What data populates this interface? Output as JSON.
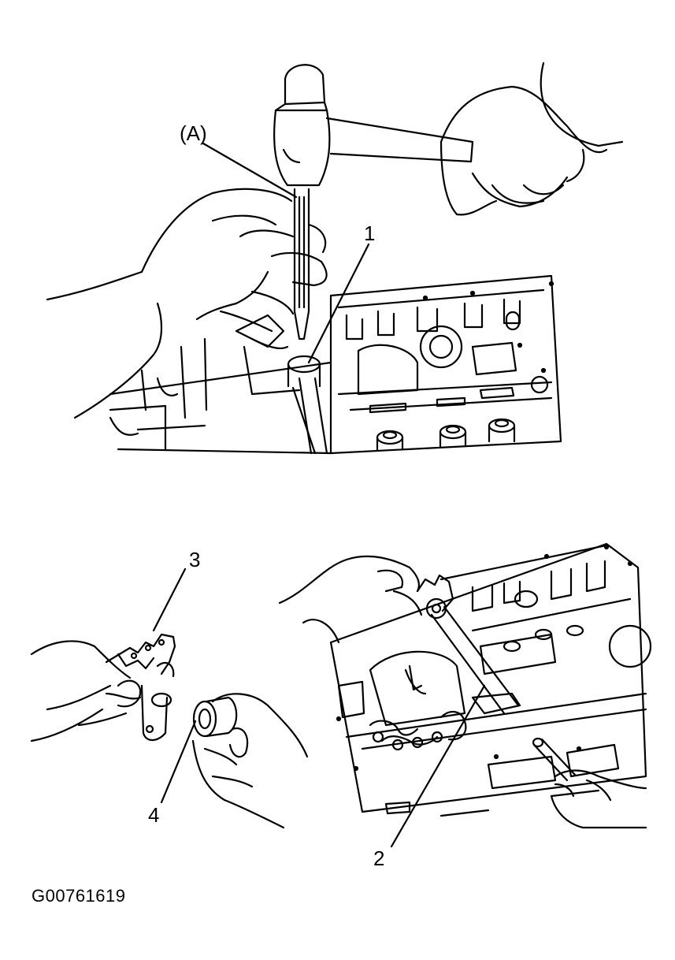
{
  "labels": {
    "tool": "(A)",
    "one": "1",
    "two": "2",
    "three": "3",
    "four": "4"
  },
  "figure_code": "G00761619",
  "colors": {
    "ink": "#000000",
    "paper": "#ffffff"
  }
}
